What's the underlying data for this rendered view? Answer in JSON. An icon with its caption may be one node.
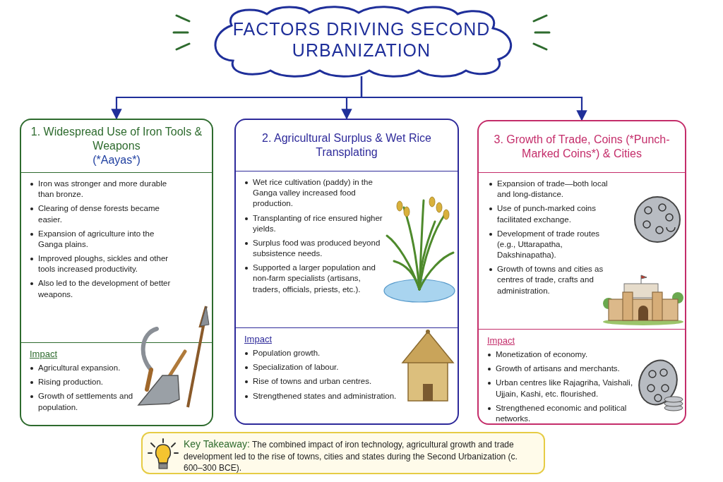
{
  "diagram": {
    "nodes": [
      {
        "text": [
          "FACTORS DRIVING SECOND URBANIZATION"
        ]
      },
      {
        "text": [
          "1. Widespread Use of Iron Tools & Weapons",
          "(*Aayas*)"
        ]
      },
      {
        "text": [
          "Iron was stronger and more durable than bronze.",
          "Clearing of dense forests became easier.",
          "Expansion of agriculture into the Ganga plains.",
          "Improved ploughs, sickles and other tools increased productivity.",
          "Also led to the development of better weapons."
        ],
        "in": 1
      },
      {
        "text": [
          "Impact",
          "Agricultural expansion.",
          "Rising production.",
          "Growth of settlements and population."
        ],
        "in": 1
      },
      {
        "text": [
          "2. Agricultural Surplus & Wet Rice Transplating"
        ]
      },
      {
        "text": [
          "Wet rice cultivation (paddy) in the Ganga valley increased food production.",
          "Transplanting of rice ensured higher yields.",
          "Surplus food was produced beyond subsistence needs.",
          "Supported a larger population and non-farm specialists (artisans, traders, officials, priests, etc.)."
        ],
        "in": 4
      },
      {
        "text": [
          "Impact",
          "Population growth.",
          "Specialization of labour.",
          "Rise of towns and urban centres.",
          "Strengthened states and administration."
        ],
        "in": 4
      },
      {
        "text": [
          "3. Growth of Trade, Coins (*Punch-Marked Coins*) & Cities"
        ]
      },
      {
        "text": [
          "Expansion of trade—both local and long-distance.",
          "Use of punch-marked coins facilitated exchange.",
          "Development of trade routes (e.g., Uttarapatha, Dakshinapatha).",
          "Growth of towns and cities as centres of trade, crafts and administration."
        ],
        "in": 7
      },
      {
        "text": [
          "Impact",
          "Monetization of economy.",
          "Growth of artisans and merchants.",
          "Urban centres like Rajagriha, Vaishali, Ujjain, Kashi, etc. flourished.",
          "Strengthened economic and political networks."
        ],
        "in": 7
      },
      {
        "text": [
          "Key Takeaway:",
          "The combined impact of iron technology, agricultural growth and trade development led to the rise of towns, cities and states during the Second Urbanization (c. 600–300 BCE)."
        ]
      }
    ],
    "edges": [
      {
        "from": 0,
        "to": 1,
        "arrow": "to"
      },
      {
        "from": 0,
        "to": 4,
        "arrow": "to"
      },
      {
        "from": 0,
        "to": 7,
        "arrow": "to"
      }
    ]
  }
}
